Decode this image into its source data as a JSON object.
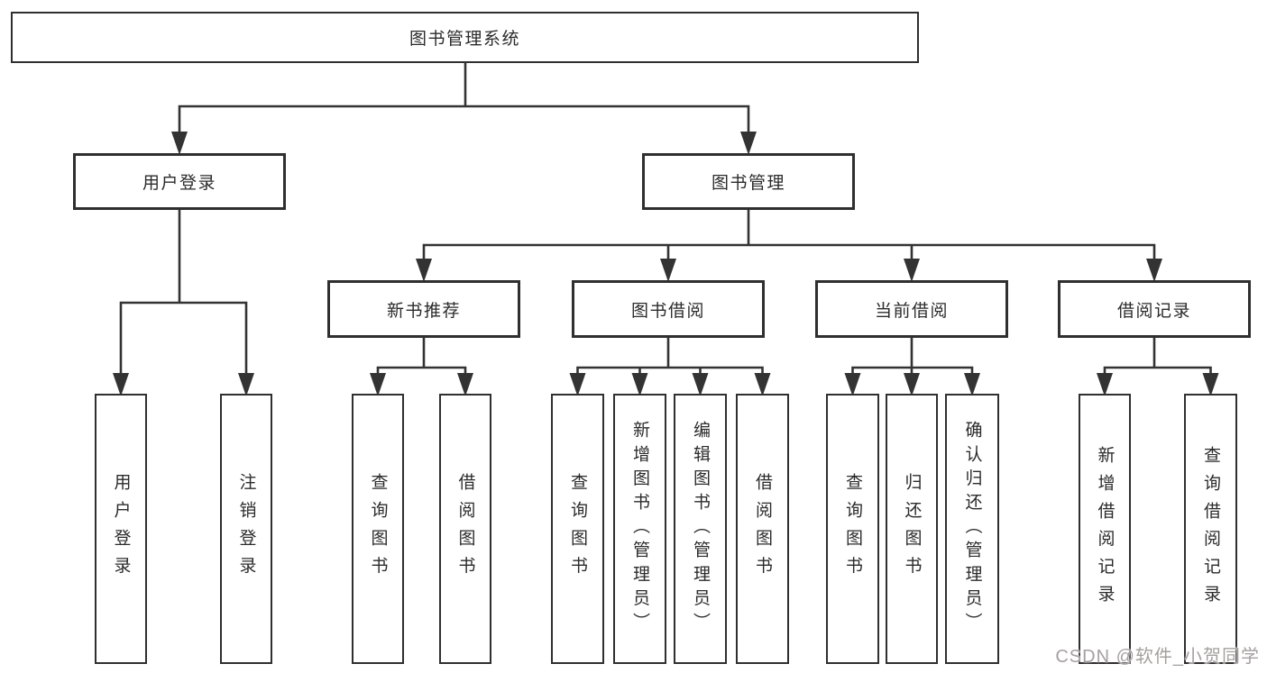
{
  "tree": {
    "label": "图书管理系统",
    "children": [
      {
        "label": "用户登录",
        "children": [
          {
            "label": "用户登录"
          },
          {
            "label": "注销登录"
          }
        ]
      },
      {
        "label": "图书管理",
        "children": [
          {
            "label": "新书推荐",
            "children": [
              {
                "label": "查询图书"
              },
              {
                "label": "借阅图书"
              }
            ]
          },
          {
            "label": "图书借阅",
            "children": [
              {
                "label": "查询图书"
              },
              {
                "label": "新增图书（管理员）"
              },
              {
                "label": "编辑图书（管理员）"
              },
              {
                "label": "借阅图书"
              }
            ]
          },
          {
            "label": "当前借阅",
            "children": [
              {
                "label": "查询图书"
              },
              {
                "label": "归还图书"
              },
              {
                "label": "确认归还（管理员）"
              }
            ]
          },
          {
            "label": "借阅记录",
            "children": [
              {
                "label": "新增借阅记录"
              },
              {
                "label": "查询借阅记录"
              }
            ]
          }
        ]
      }
    ]
  },
  "watermark": {
    "text": "CSDN @软件_小贺同学",
    "color": "#a5a0a0"
  },
  "colors": {
    "line": "#333333",
    "box_border": "#2f2f2f",
    "box_fill": "#ffffff",
    "text": "#2b2b2b",
    "background": "#ffffff"
  }
}
